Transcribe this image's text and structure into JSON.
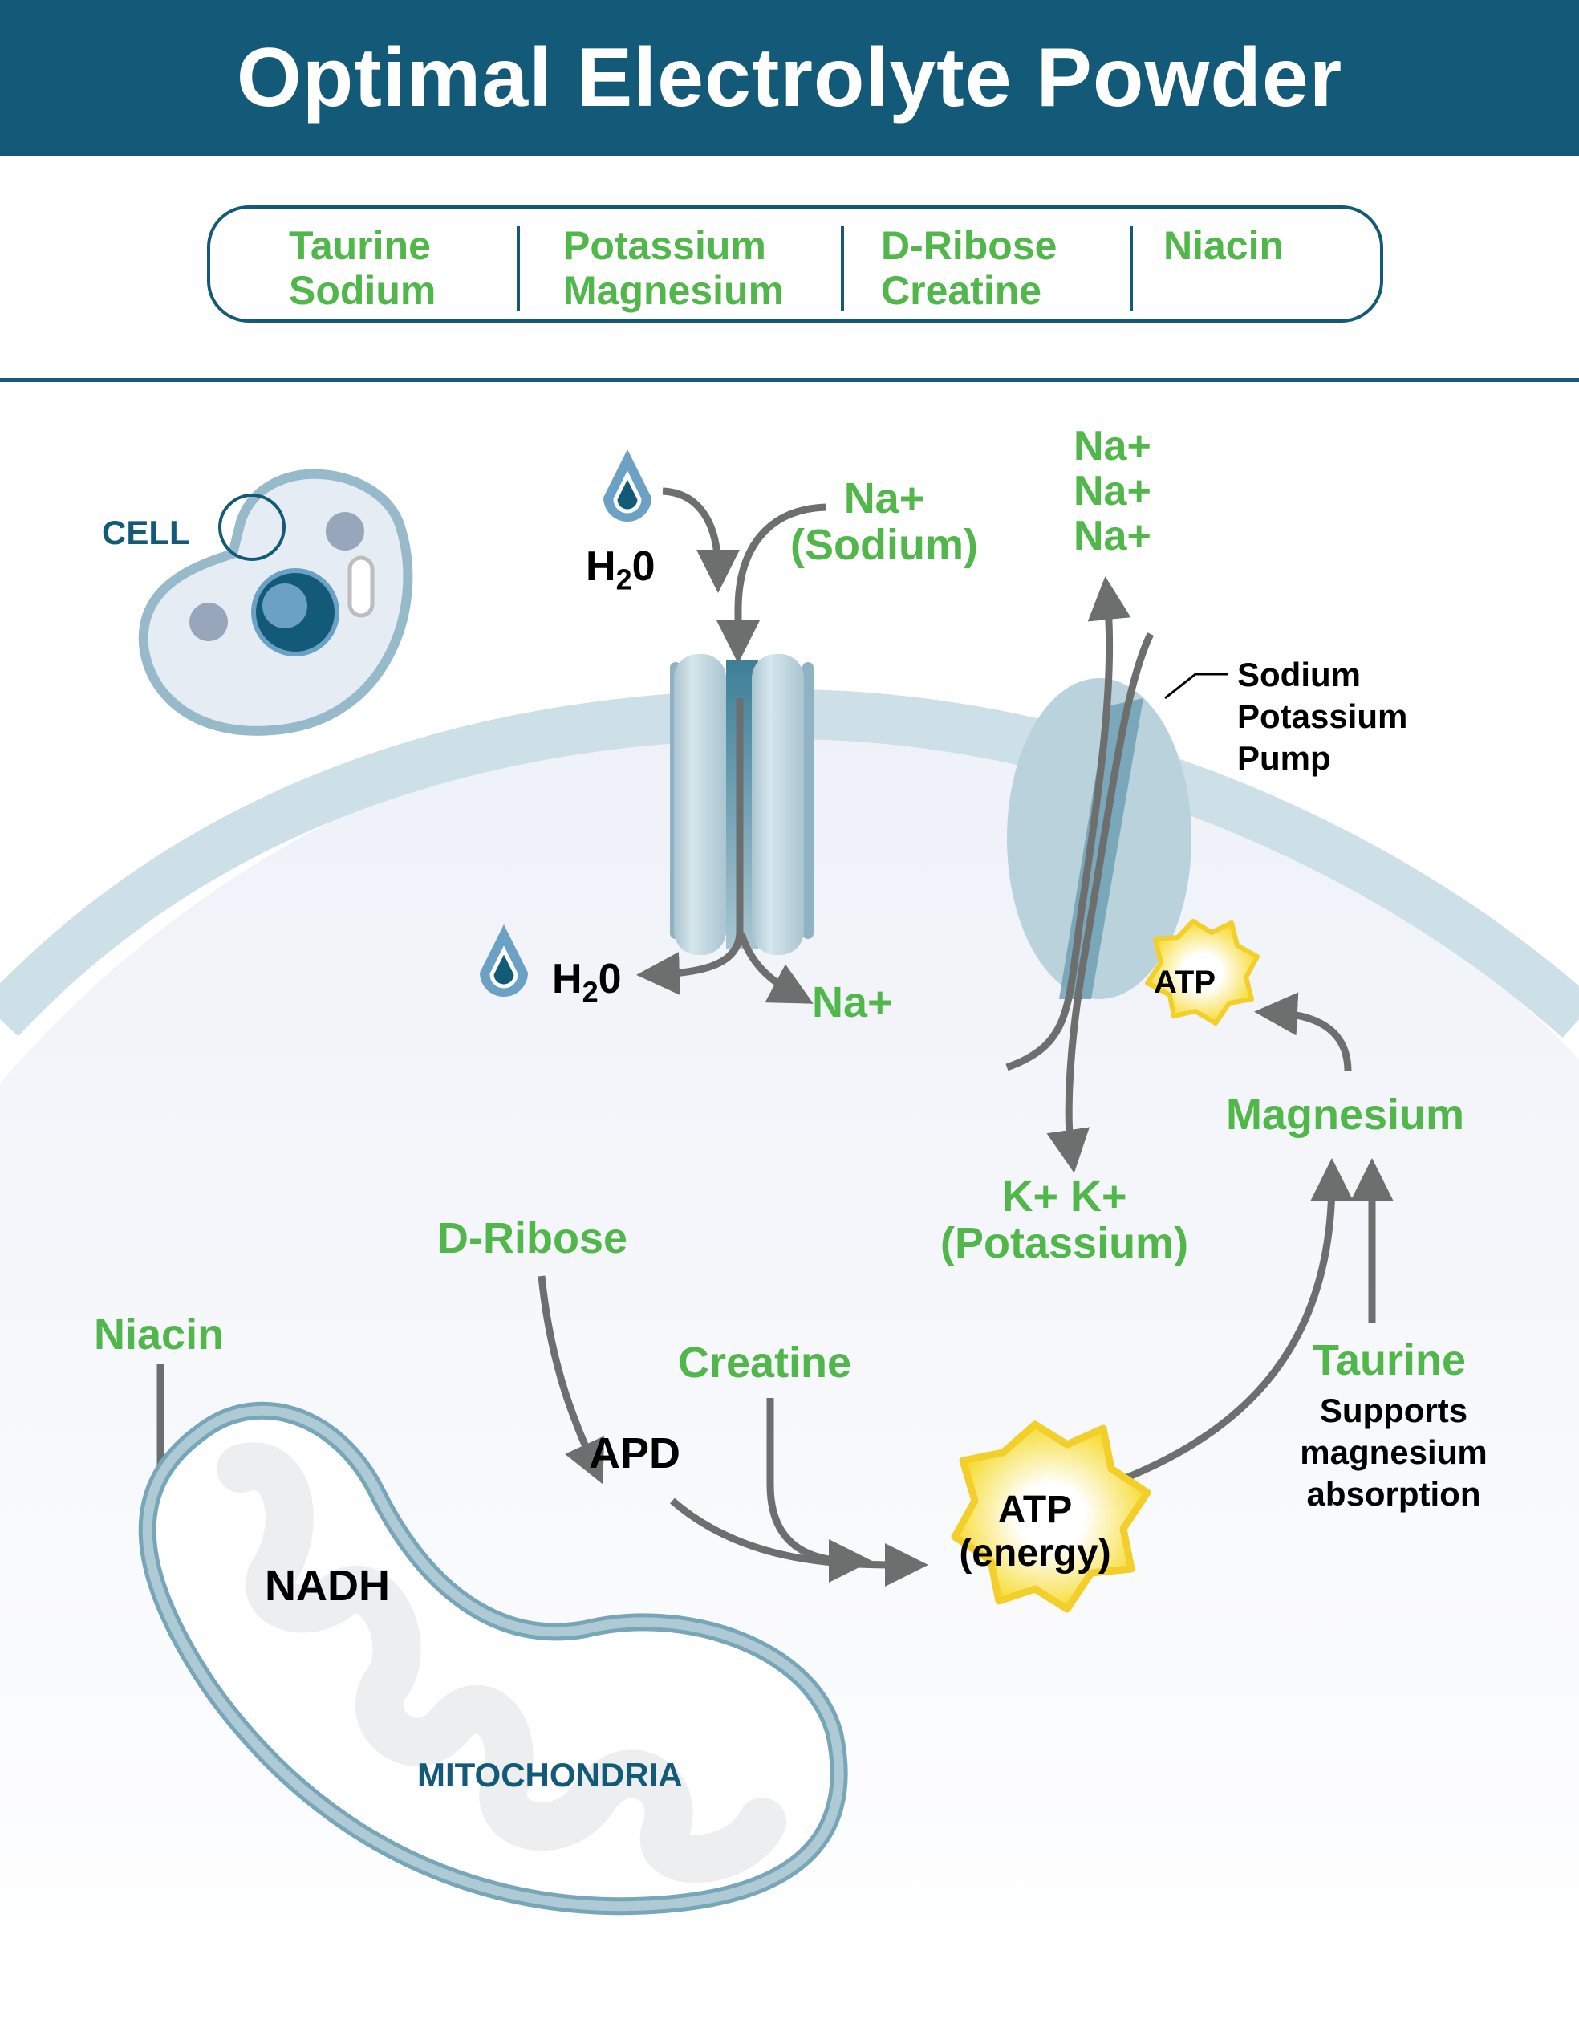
{
  "title": "Optimal Electrolyte Powder",
  "ingredients": [
    [
      "Taurine",
      "Sodium"
    ],
    [
      "Potassium",
      "Magnesium"
    ],
    [
      "D-Ribose",
      "Creatine"
    ],
    [
      "Niacin"
    ]
  ],
  "colors": {
    "brand_navy": "#125a78",
    "ingredient_green": "#52b74b",
    "arrow_gray": "#6d6e6e",
    "membrane_blue": "#cddfe7",
    "atp_yellow": "#f2cf2a"
  },
  "labels": {
    "cell": "CELL",
    "h2o_in": {
      "main": "H",
      "sub": "2",
      "end": "0"
    },
    "h2o_out": {
      "main": "H",
      "sub": "2",
      "end": "0"
    },
    "na_sodium": [
      "Na+",
      "(Sodium)"
    ],
    "na_out": "Na+",
    "na_pump_out": [
      "Na+",
      "Na+",
      "Na+"
    ],
    "pump": [
      "Sodium",
      "Potassium",
      "Pump"
    ],
    "atp_small": "ATP",
    "magnesium": "Magnesium",
    "potassium": [
      "K+ K+",
      "(Potassium)"
    ],
    "d_ribose": "D-Ribose",
    "niacin": "Niacin",
    "creatine": "Creatine",
    "apd": "APD",
    "nadh": "NADH",
    "atp_energy": [
      "ATP",
      "(energy)"
    ],
    "taurine": "Taurine",
    "taurine_note": [
      "Supports",
      "magnesium",
      "absorption"
    ],
    "mitochondria": "MITOCHONDRIA"
  }
}
